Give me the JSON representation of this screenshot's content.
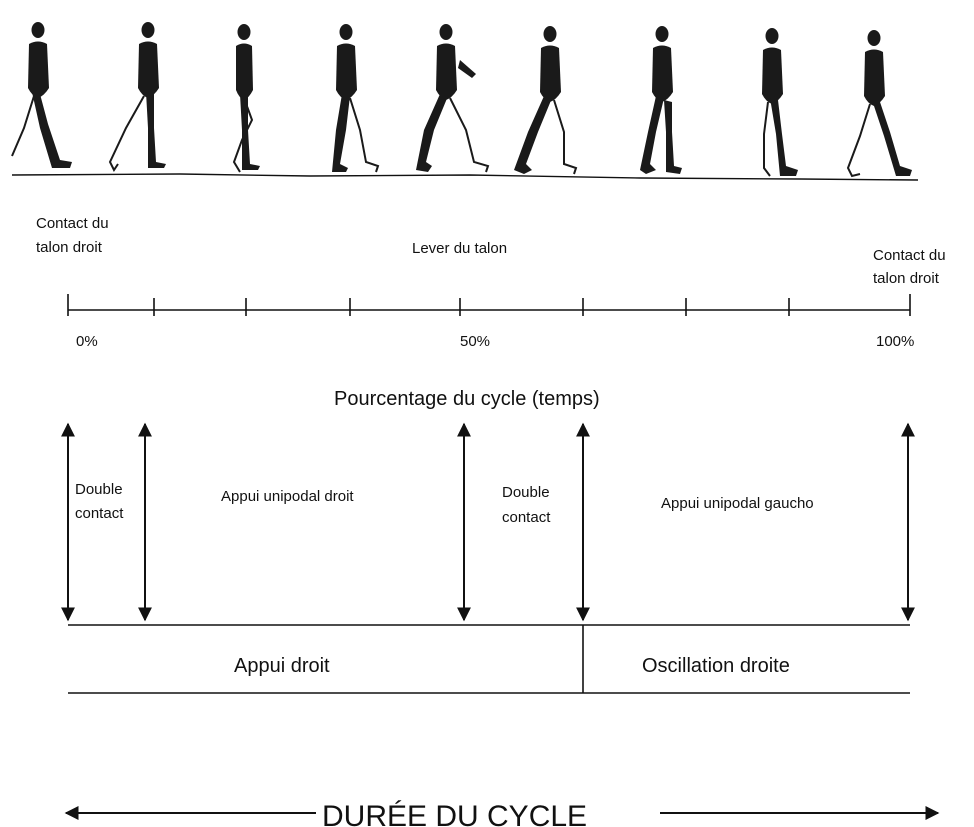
{
  "figure": {
    "event_labels": {
      "start_line1": "Contact du",
      "start_line2": "talon droit",
      "middle": "Lever du talon",
      "end_line1": "Contact du",
      "end_line2": "talon droit"
    },
    "percent_labels": {
      "p0": "0%",
      "p50": "50%",
      "p100": "100%"
    },
    "axis_title": "Pourcentage du cycle (temps)",
    "phase_labels": {
      "double_contact_1_line1": "Double",
      "double_contact_1_line2": "contact",
      "single_support_right": "Appui unipodal droit",
      "double_contact_2_line1": "Double",
      "double_contact_2_line2": "contact",
      "single_support_left": "Appui unipodal gaucho"
    },
    "bottom_phases": {
      "stance": "Appui droit",
      "swing": "Oscillation droite"
    },
    "cycle_duration": "DURÉE DU CYCLE"
  }
}
